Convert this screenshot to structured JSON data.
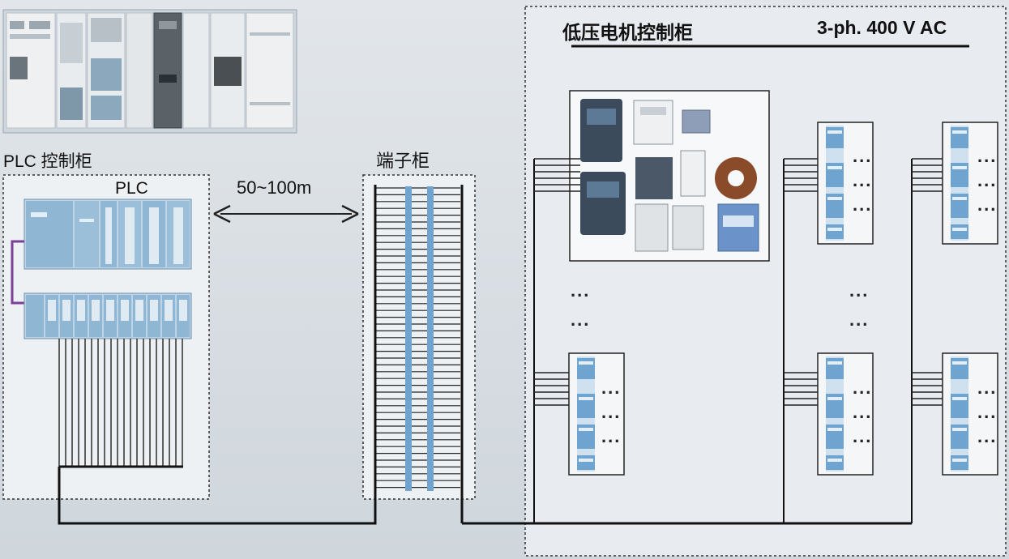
{
  "labels": {
    "plc_cabinet": "PLC 控制柜",
    "plc": "PLC",
    "distance": "50~100m",
    "terminal_cabinet": "端子柜",
    "lv_cabinet": "低压电机控制柜",
    "supply": "3-ph. 400 V AC",
    "ellipsis": "..."
  },
  "colors": {
    "module_blue": "#8fb6d3",
    "module_light": "#b6d2e6",
    "terminal_blue": "#6fa3d0",
    "purple_link": "#7b3f96",
    "bus": "#111111",
    "panel_bg": "#eef1f4",
    "cabinet_bg": "#e8ecf0"
  }
}
